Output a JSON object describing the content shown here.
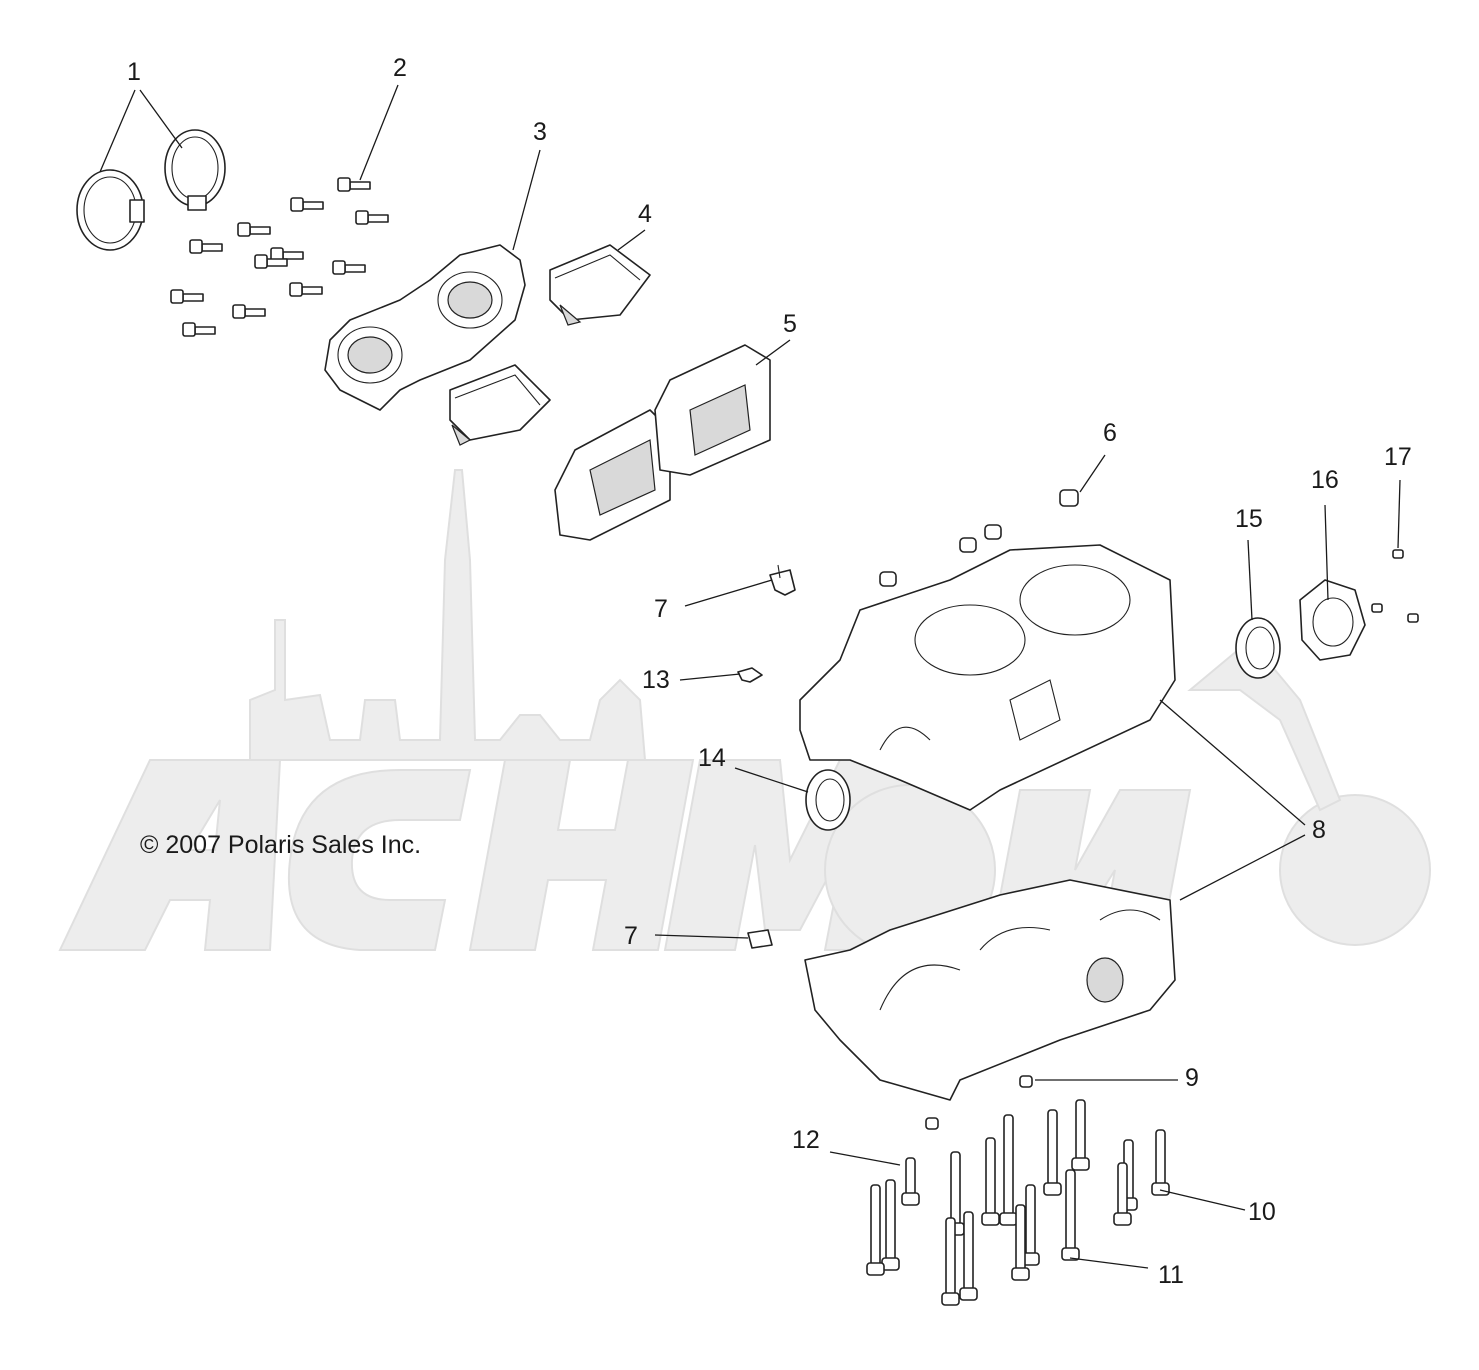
{
  "copyright": "© 2007 Polaris Sales Inc.",
  "callouts": [
    {
      "id": "c1",
      "label": "1"
    },
    {
      "id": "c2",
      "label": "2"
    },
    {
      "id": "c3",
      "label": "3"
    },
    {
      "id": "c4",
      "label": "4"
    },
    {
      "id": "c5",
      "label": "5"
    },
    {
      "id": "c6",
      "label": "6"
    },
    {
      "id": "c7a",
      "label": "7"
    },
    {
      "id": "c7b",
      "label": "7"
    },
    {
      "id": "c8",
      "label": "8"
    },
    {
      "id": "c9",
      "label": "9"
    },
    {
      "id": "c10",
      "label": "10"
    },
    {
      "id": "c11",
      "label": "11"
    },
    {
      "id": "c12",
      "label": "12"
    },
    {
      "id": "c13",
      "label": "13"
    },
    {
      "id": "c14",
      "label": "14"
    },
    {
      "id": "c15",
      "label": "15"
    },
    {
      "id": "c16",
      "label": "16"
    },
    {
      "id": "c17",
      "label": "17"
    }
  ],
  "watermark": "AcHMotor"
}
